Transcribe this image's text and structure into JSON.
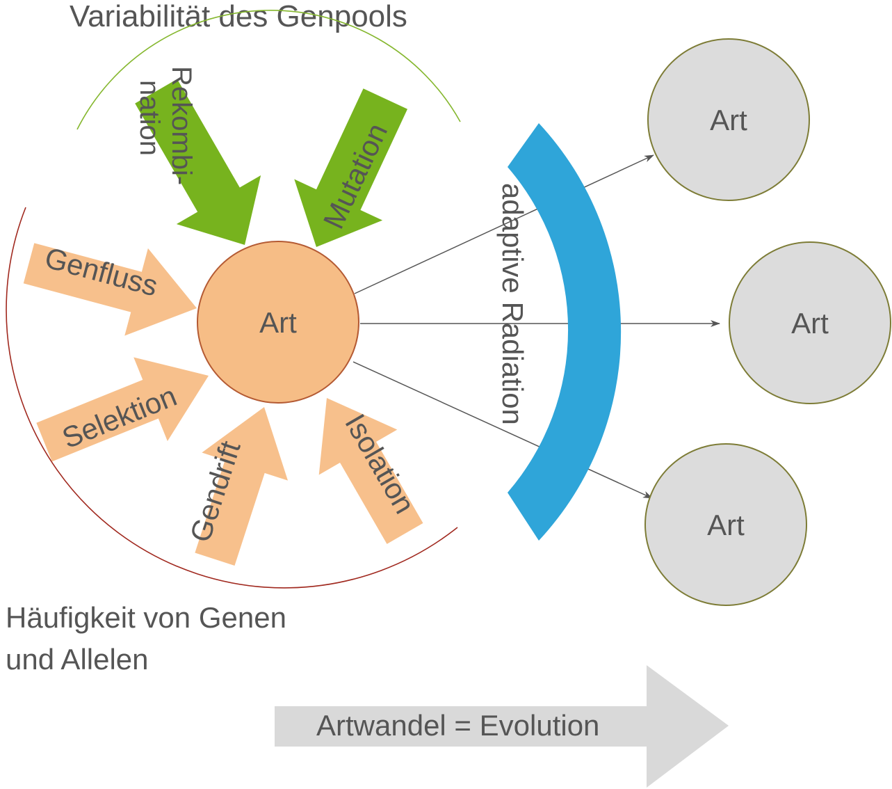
{
  "heading_top": "Variabilität des Genpools",
  "heading_bottom_line1": "Häufigkeit von Genen",
  "heading_bottom_line2": "und Allelen",
  "center_species": "Art",
  "factors": {
    "rekombination_line1": "Rekombi-",
    "rekombination_line2": "nation",
    "mutation": "Mutation",
    "genfluss": "Genfluss",
    "selektion": "Selektion",
    "gendrift": "Gendrift",
    "isolation": "Isolation"
  },
  "radiation_label": "adaptive Radiation",
  "daughter_species": [
    "Art",
    "Art",
    "Art"
  ],
  "evolution_label": "Artwandel = Evolution",
  "colors": {
    "green_arrow": "#77b31e",
    "orange_arrow": "#f7c08c",
    "center_fill": "#f6bd86",
    "center_stroke": "#b45a33",
    "blue_band": "#2fa5d9",
    "grey_circle": "#dcdcdc",
    "grey_circle_stroke": "#7d7c36",
    "green_arc": "#85b72e",
    "red_arc": "#a0281e",
    "evolution_arrow": "#d9d9d9",
    "text": "#555555"
  }
}
